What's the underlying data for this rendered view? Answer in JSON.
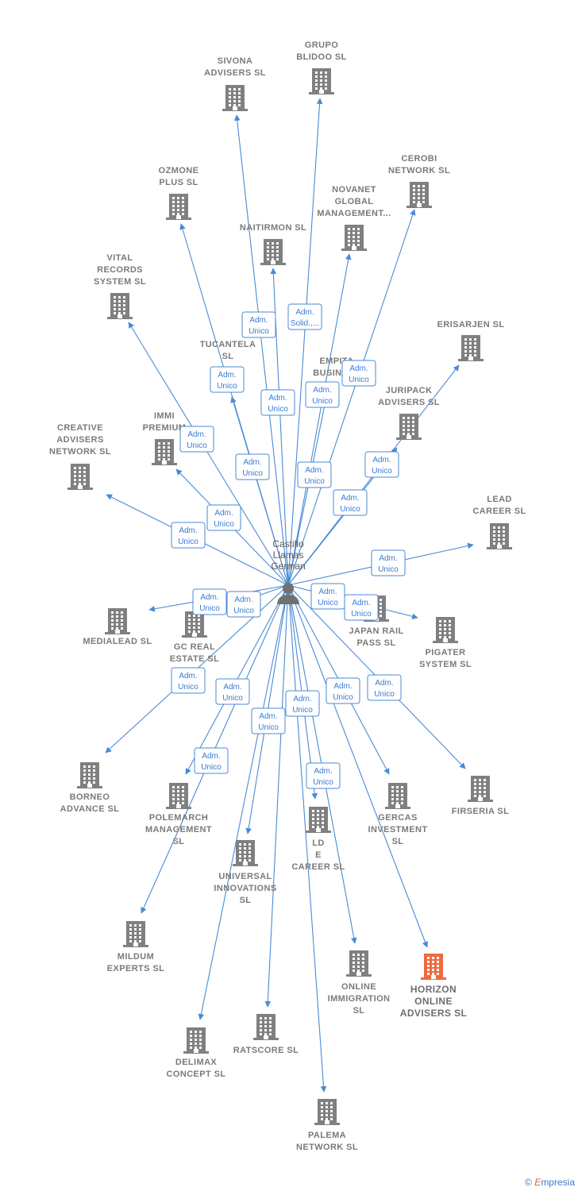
{
  "center": {
    "label": [
      "Castillo",
      "Llamas",
      "German"
    ]
  },
  "colors": {
    "edge": "#4a8ad6",
    "building": "#808080",
    "highlight": "#ee6a3f",
    "text": "#808080"
  },
  "companies": [
    {
      "id": "grupo-blidoo",
      "label": [
        "GRUPO",
        "BLIDOO SL"
      ]
    },
    {
      "id": "sivona",
      "label": [
        "SIVONA",
        "ADVISERS SL"
      ]
    },
    {
      "id": "cerobi",
      "label": [
        "CEROBI",
        "NETWORK SL"
      ]
    },
    {
      "id": "ozmone",
      "label": [
        "OZMONE",
        "PLUS SL"
      ]
    },
    {
      "id": "novanet",
      "label": [
        "NOVANET",
        "GLOBAL",
        "MANAGEMENT..."
      ]
    },
    {
      "id": "naitirmon",
      "label": [
        "NAITIRMON SL"
      ]
    },
    {
      "id": "vital",
      "label": [
        "VITAL",
        "RECORDS",
        "SYSTEM SL"
      ]
    },
    {
      "id": "erisarjen",
      "label": [
        "ERISARJEN SL"
      ]
    },
    {
      "id": "tucantela",
      "label": [
        "TUCANTELA",
        "SL"
      ]
    },
    {
      "id": "empita",
      "label": [
        "EMPITA",
        "BUSINESS"
      ]
    },
    {
      "id": "juripack",
      "label": [
        "JURIPACK",
        "ADVISERS SL"
      ]
    },
    {
      "id": "immi",
      "label": [
        "IMMI",
        "PREMIUM"
      ]
    },
    {
      "id": "creative",
      "label": [
        "CREATIVE",
        "ADVISERS",
        "NETWORK SL"
      ]
    },
    {
      "id": "lead",
      "label": [
        "LEAD",
        "CAREER SL"
      ]
    },
    {
      "id": "medialead",
      "label": [
        "MEDIALEAD SL"
      ]
    },
    {
      "id": "gc-real",
      "label": [
        "GC REAL",
        "ESTATE SL"
      ]
    },
    {
      "id": "japan-rail",
      "label": [
        "JAPAN RAIL",
        "PASS SL"
      ]
    },
    {
      "id": "pigater",
      "label": [
        "PIGATER",
        "SYSTEM SL"
      ]
    },
    {
      "id": "borneo",
      "label": [
        "BORNEO",
        "ADVANCE SL"
      ]
    },
    {
      "id": "polemarch",
      "label": [
        "POLEMARCH",
        "MANAGEMENT",
        "SL"
      ]
    },
    {
      "id": "firseria",
      "label": [
        "FIRSERIA SL"
      ]
    },
    {
      "id": "gercas",
      "label": [
        "GERCAS",
        "INVESTMENT",
        "SL"
      ]
    },
    {
      "id": "world-career",
      "label": [
        "LD",
        "E",
        "CAREER SL"
      ]
    },
    {
      "id": "universal",
      "label": [
        "UNIVERSAL",
        "INNOVATIONS",
        "SL"
      ]
    },
    {
      "id": "mildum",
      "label": [
        "MILDUM",
        "EXPERTS SL"
      ]
    },
    {
      "id": "online-immigration",
      "label": [
        "ONLINE",
        "IMMIGRATION",
        "SL"
      ]
    },
    {
      "id": "horizon",
      "label": [
        "HORIZON",
        "ONLINE",
        "ADVISERS SL"
      ]
    },
    {
      "id": "delimax",
      "label": [
        "DELIMAX",
        "CONCEPT SL"
      ]
    },
    {
      "id": "ratscore",
      "label": [
        "RATSCORE SL"
      ]
    },
    {
      "id": "palema",
      "label": [
        "PALEMA",
        "NETWORK SL"
      ]
    }
  ],
  "relations": [
    {
      "label": [
        "Adm.",
        "Unico"
      ]
    },
    {
      "label": [
        "Adm.",
        "Solid.,..."
      ]
    },
    {
      "label": [
        "Adm.",
        "Unico"
      ]
    },
    {
      "label": [
        "Adm.",
        "Unico"
      ]
    },
    {
      "label": [
        "Adm.",
        "Unico"
      ]
    },
    {
      "label": [
        "Adm.",
        "Unico"
      ]
    },
    {
      "label": [
        "Adm.",
        "Unico"
      ]
    },
    {
      "label": [
        "Adm.",
        "Unico"
      ]
    },
    {
      "label": [
        "Adm.",
        "Unico"
      ]
    },
    {
      "label": [
        "Adm.",
        "Unico"
      ]
    },
    {
      "label": [
        "Adm.",
        "Unico"
      ]
    },
    {
      "label": [
        "Adm.",
        "Unico"
      ]
    },
    {
      "label": [
        "Adm.",
        "Unico"
      ]
    },
    {
      "label": [
        "Adm.",
        "Unico"
      ]
    },
    {
      "label": [
        "Adm.",
        "Unico"
      ]
    },
    {
      "label": [
        "Adm.",
        "Unico"
      ]
    },
    {
      "label": [
        "Adm.",
        "Unico"
      ]
    },
    {
      "label": [
        "Adm.",
        "Unico"
      ]
    },
    {
      "label": [
        "Adm.",
        "Unico"
      ]
    },
    {
      "label": [
        "Adm.",
        "Unico"
      ]
    },
    {
      "label": [
        "Adm.",
        "Unico"
      ]
    },
    {
      "label": [
        "Adm.",
        "Unico"
      ]
    },
    {
      "label": [
        "Adm.",
        "Unico"
      ]
    },
    {
      "label": [
        "Adm.",
        "Unico"
      ]
    },
    {
      "label": [
        "Adm.",
        "Unico"
      ]
    },
    {
      "label": [
        "Adm.",
        "Unico"
      ]
    }
  ],
  "footer": {
    "copyright": "©",
    "brand_initial": "E",
    "brand_rest": "mpresia"
  }
}
